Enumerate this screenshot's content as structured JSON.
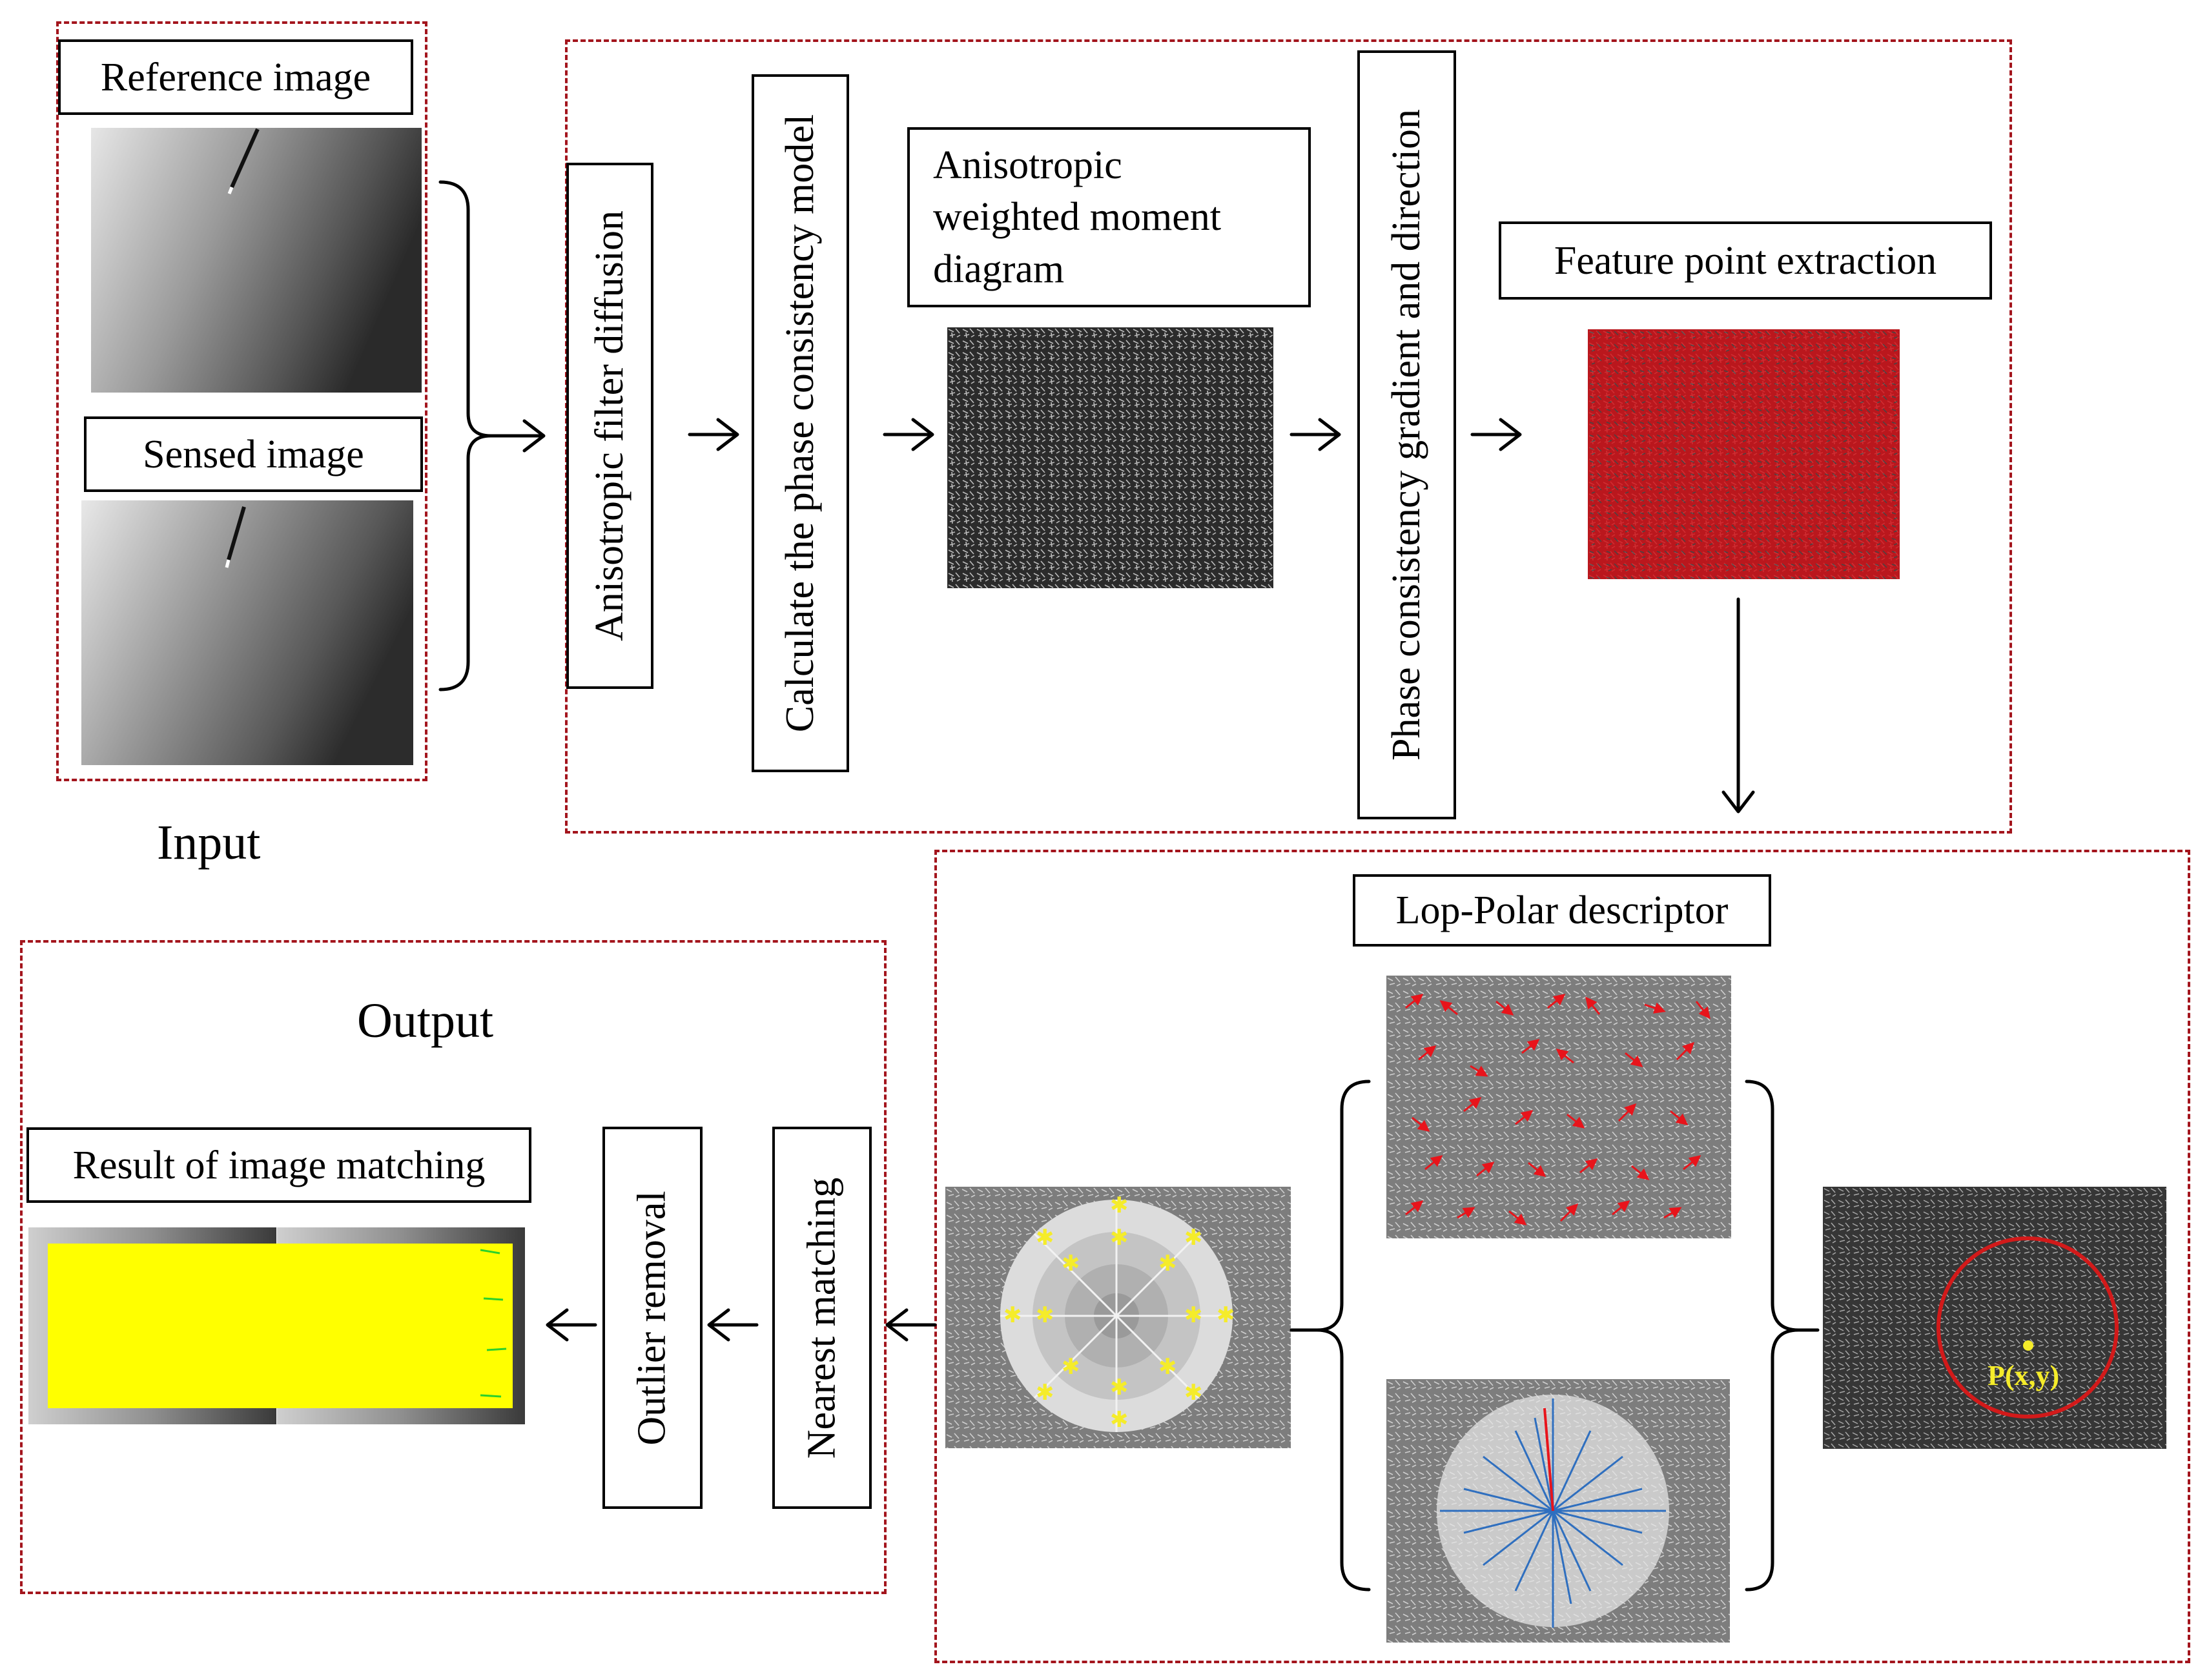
{
  "input": {
    "title": "Input",
    "reference_label": "Reference image",
    "sensed_label": "Sensed image"
  },
  "pipeline": {
    "step1": "Anisotropic filter diffusion",
    "step2": "Calculate the phase consistency model",
    "moment_label": "Anisotropic weighted moment diagram",
    "step4": "Phase consistency gradient and direction",
    "feature_label": "Feature point extraction"
  },
  "descriptor": {
    "title": "Lop-Polar descriptor",
    "point_label": "P(x,y)"
  },
  "output": {
    "title": "Output",
    "result_label": "Result of image matching",
    "outlier_label": "Outlier removal",
    "nearest_label": "Nearest matching"
  },
  "colors": {
    "frame": "#a3151d",
    "feature_points": "#e8141b",
    "match_lines": "#ffff00",
    "histogram_arrows": "#2f6fbf"
  }
}
